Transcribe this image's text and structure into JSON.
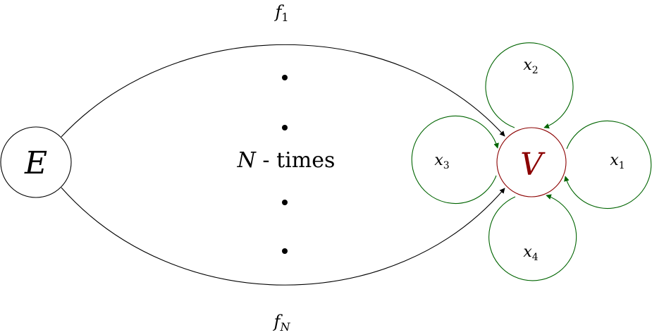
{
  "nodes": {
    "e": {
      "label": "E"
    },
    "v": {
      "label": "V"
    }
  },
  "edges": {
    "top": {
      "label": "f",
      "subscript": "1"
    },
    "bottom": {
      "label": "f",
      "subscript": "N"
    }
  },
  "middle": {
    "variable": "N",
    "text": " - times"
  },
  "loops": [
    {
      "label": "x",
      "subscript": "1"
    },
    {
      "label": "x",
      "subscript": "2"
    },
    {
      "label": "x",
      "subscript": "3"
    },
    {
      "label": "x",
      "subscript": "4"
    }
  ],
  "colors": {
    "edge": "#000000",
    "v_node": "#8b0000",
    "loop": "#006400"
  }
}
